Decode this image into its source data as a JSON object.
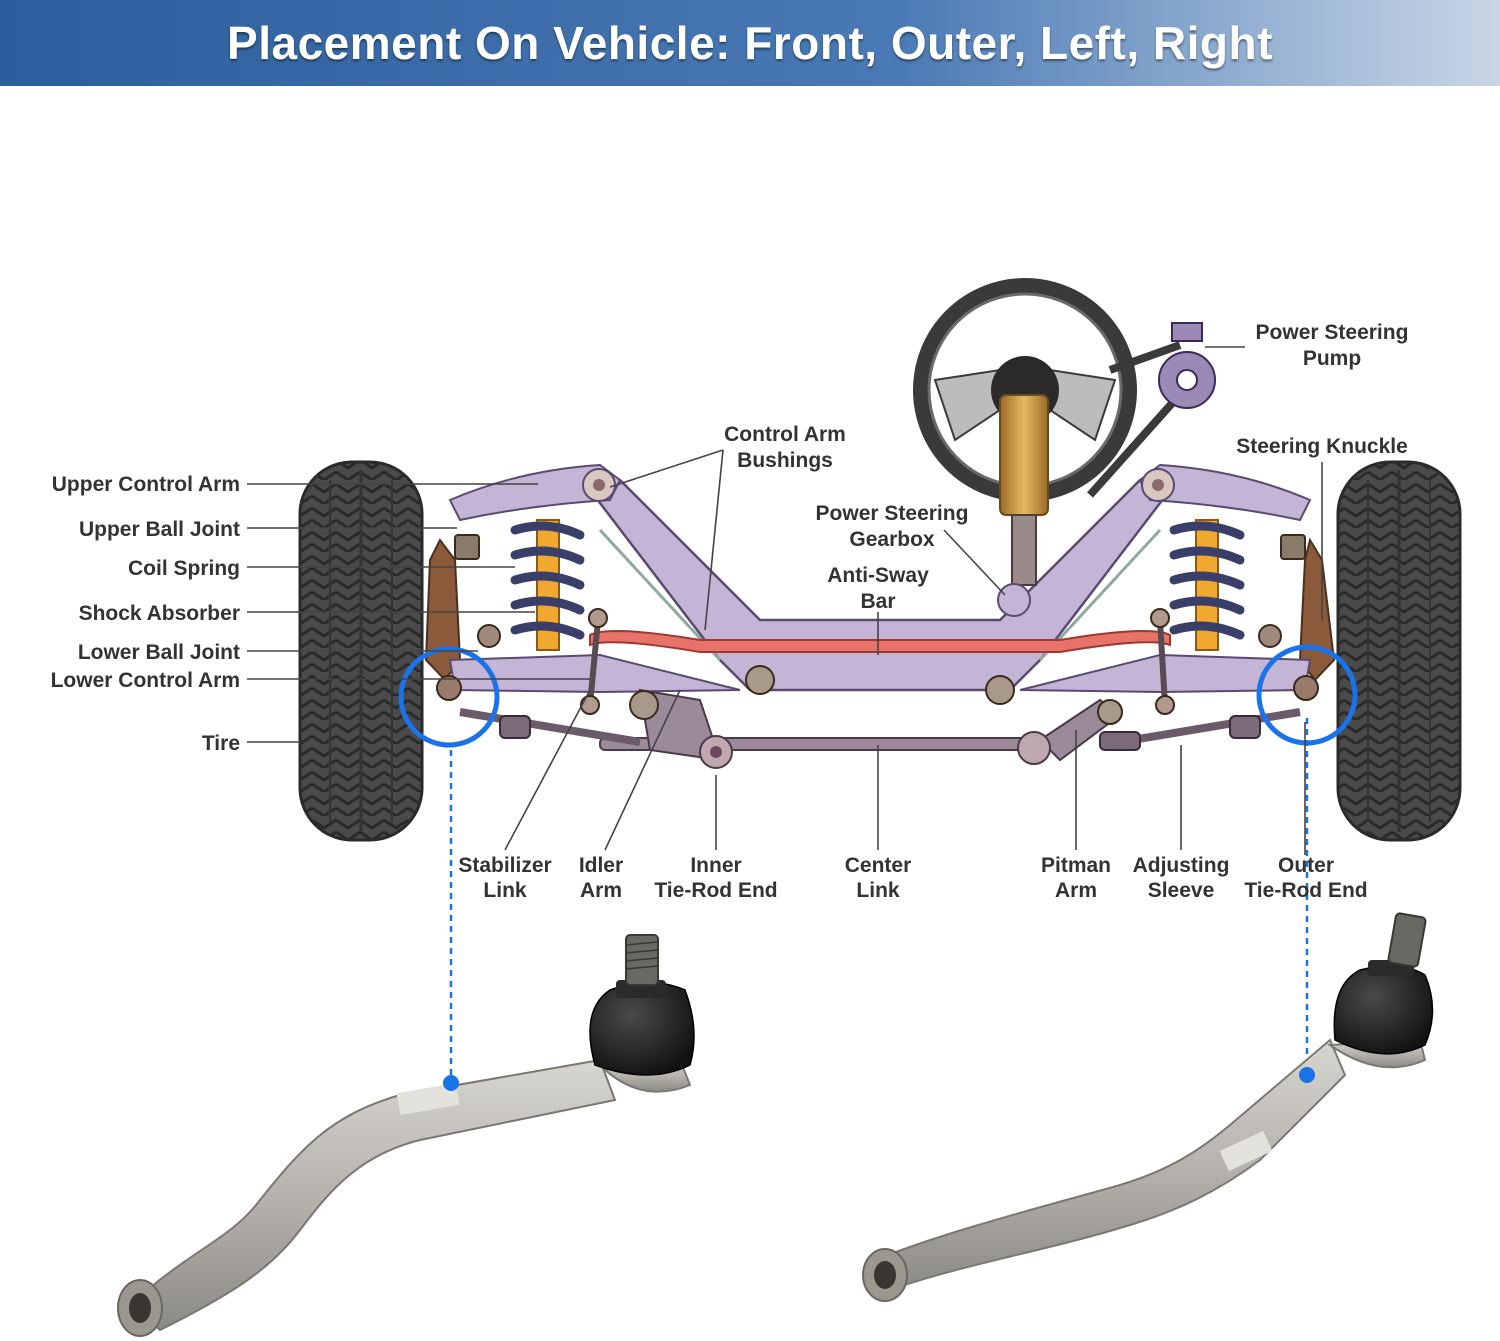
{
  "banner": {
    "title": "Placement On Vehicle: Front, Outer, Left, Right",
    "gradient_left": "#2c5e9c",
    "gradient_mid": "#4a7ab5",
    "gradient_right": "#c9d6e6"
  },
  "colors": {
    "highlight_circle": "#1a73e8",
    "frame": "#c4b5d6",
    "frame_stroke": "#5a4a72",
    "sway_bar": "#e8736a",
    "tire": "#4a4a4a",
    "spring": "#3a3f6a",
    "shock": "#f0a830",
    "steering_column": "#d8a24a",
    "knuckle": "#8a5a3a",
    "part_metal": "#b5b3ac",
    "part_boot": "#1c1c1c"
  },
  "labels": {
    "upper_control_arm": "Upper Control Arm",
    "upper_ball_joint": "Upper Ball Joint",
    "coil_spring": "Coil Spring",
    "shock_absorber": "Shock Absorber",
    "lower_ball_joint": "Lower Ball Joint",
    "lower_control_arm": "Lower Control Arm",
    "tire": "Tire",
    "control_arm_bushings_1": "Control Arm",
    "control_arm_bushings_2": "Bushings",
    "power_steering_gearbox_1": "Power Steering",
    "power_steering_gearbox_2": "Gearbox",
    "anti_sway_bar_1": "Anti-Sway",
    "anti_sway_bar_2": "Bar",
    "power_steering_pump_1": "Power Steering",
    "power_steering_pump_2": "Pump",
    "steering_knuckle": "Steering Knuckle",
    "stabilizer_link_1": "Stabilizer",
    "stabilizer_link_2": "Link",
    "idler_arm_1": "Idler",
    "idler_arm_2": "Arm",
    "inner_tie_rod_1": "Inner",
    "inner_tie_rod_2": "Tie-Rod End",
    "center_link_1": "Center",
    "center_link_2": "Link",
    "pitman_arm_1": "Pitman",
    "pitman_arm_2": "Arm",
    "adjusting_sleeve_1": "Adjusting",
    "adjusting_sleeve_2": "Sleeve",
    "outer_tie_rod_1": "Outer",
    "outer_tie_rod_2": "Tie-Rod End"
  }
}
